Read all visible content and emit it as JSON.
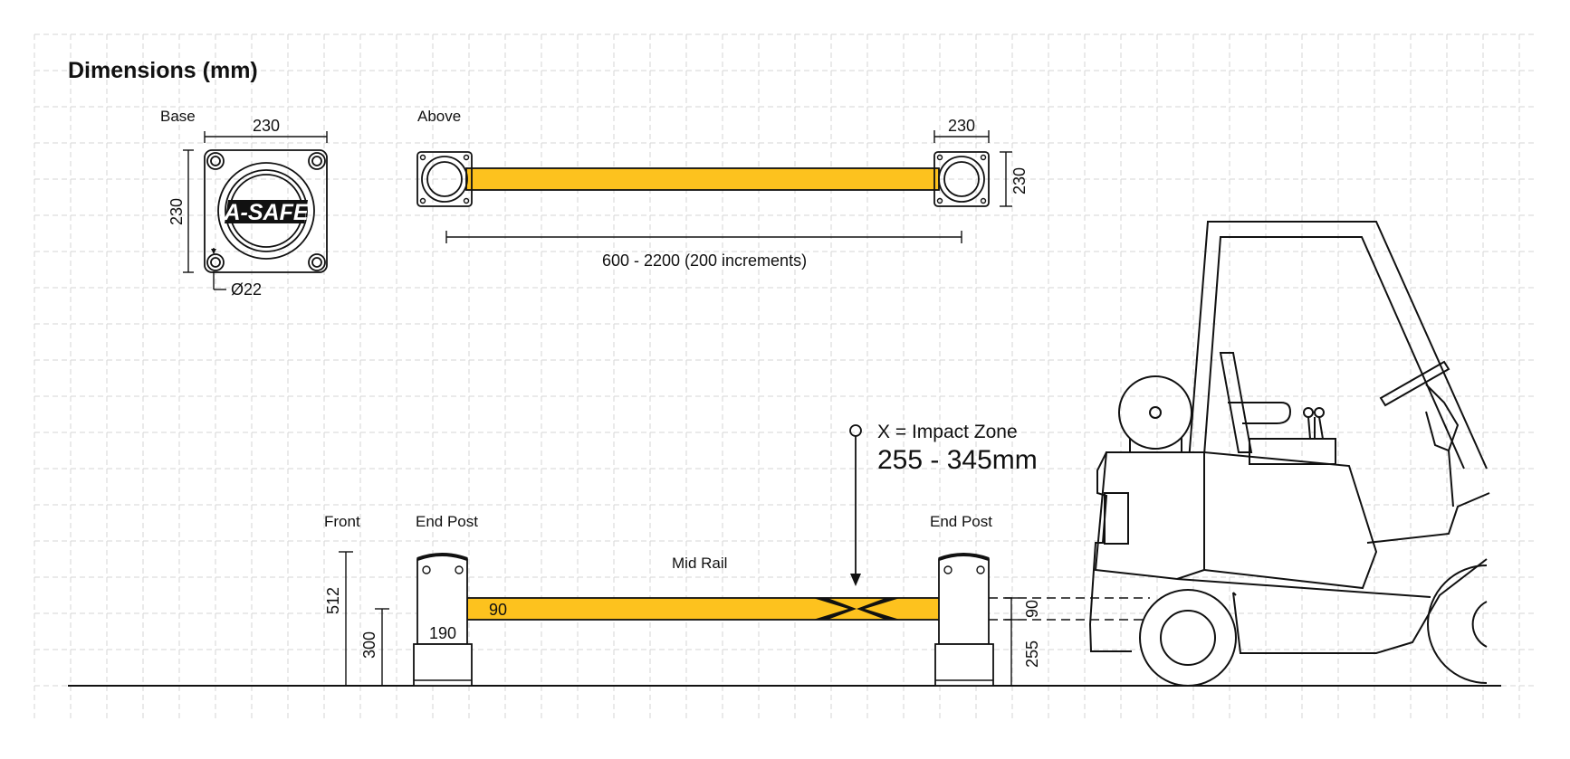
{
  "title": "Dimensions (mm)",
  "colors": {
    "rail": "#FDC21E",
    "ink": "#111111",
    "grid": "#D6D6D6",
    "background": "#FFFFFF"
  },
  "base_view": {
    "label": "Base",
    "width": "230",
    "height": "230",
    "hole_diameter": "Ø22",
    "logo_text": "A-SAFE"
  },
  "above_view": {
    "label": "Above",
    "post_width": "230",
    "post_depth": "230",
    "rail_length": "600 - 2200 (200 increments)"
  },
  "impact_zone": {
    "label": "X = Impact Zone",
    "range": "255 - 345mm"
  },
  "front_view": {
    "label": "Front",
    "end_post_left_label": "End Post",
    "end_post_right_label": "End Post",
    "mid_rail_label": "Mid Rail",
    "post_height": "512",
    "rail_top_height": "300",
    "rail_height": "90",
    "post_diameter": "190",
    "rail_section_height": "90",
    "rail_bottom_height": "255"
  },
  "icons": [
    "asafe-logo-icon",
    "forklift-icon",
    "impact-x-icon"
  ]
}
